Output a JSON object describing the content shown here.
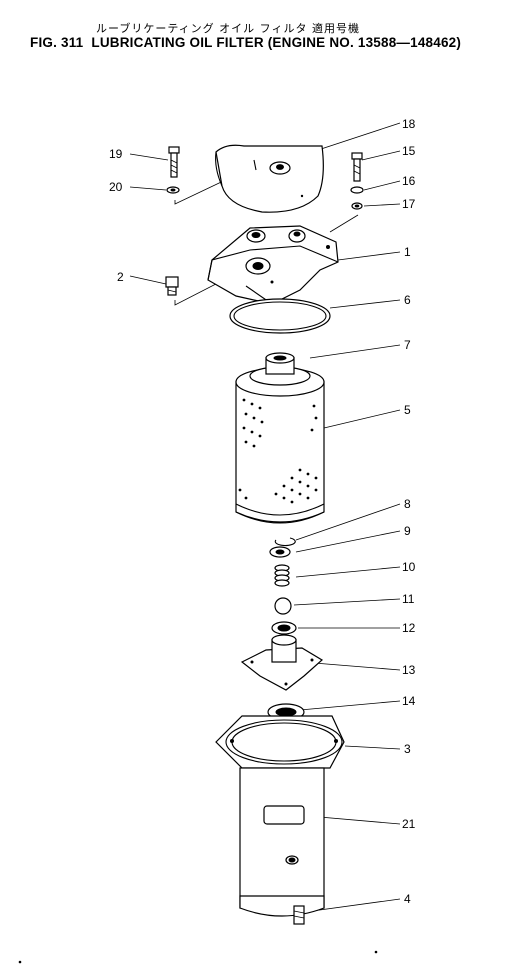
{
  "header": {
    "title_jp": "ルーブリケーティング オイル フィルタ 適用号機",
    "fig_label": "FIG. 311",
    "title_en": "LUBRICATING OIL FILTER (ENGINE NO. 13588—148462)"
  },
  "callouts": [
    "18",
    "19",
    "15",
    "20",
    "16",
    "17",
    "1",
    "2",
    "6",
    "7",
    "5",
    "8",
    "9",
    "10",
    "11",
    "12",
    "13",
    "14",
    "3",
    "21",
    "4"
  ]
}
